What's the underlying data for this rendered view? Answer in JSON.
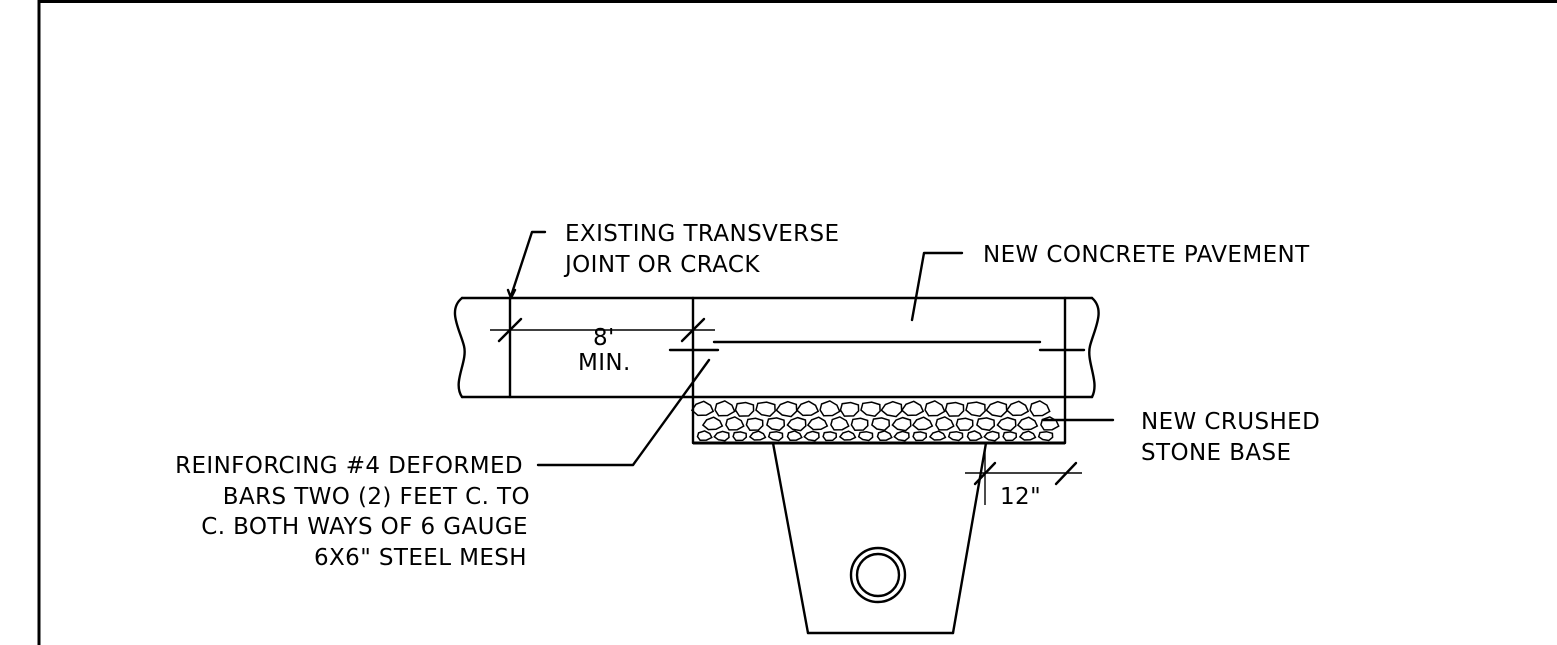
{
  "labels": {
    "existing_joint": [
      "EXISTING TRANSVERSE",
      "JOINT OR CRACK"
    ],
    "new_pavement": "NEW CONCRETE PAVEMENT",
    "dimension_8ft": "8'",
    "dimension_min": "MIN.",
    "reinforcing": [
      "REINFORCING #4 DEFORMED",
      "BARS TWO (2) FEET C. TO",
      "C. BOTH WAYS OF 6 GAUGE",
      "6X6\" STEEL MESH"
    ],
    "crushed_stone": [
      "NEW CRUSHED",
      "STONE BASE"
    ],
    "dimension_12in": "12\""
  }
}
